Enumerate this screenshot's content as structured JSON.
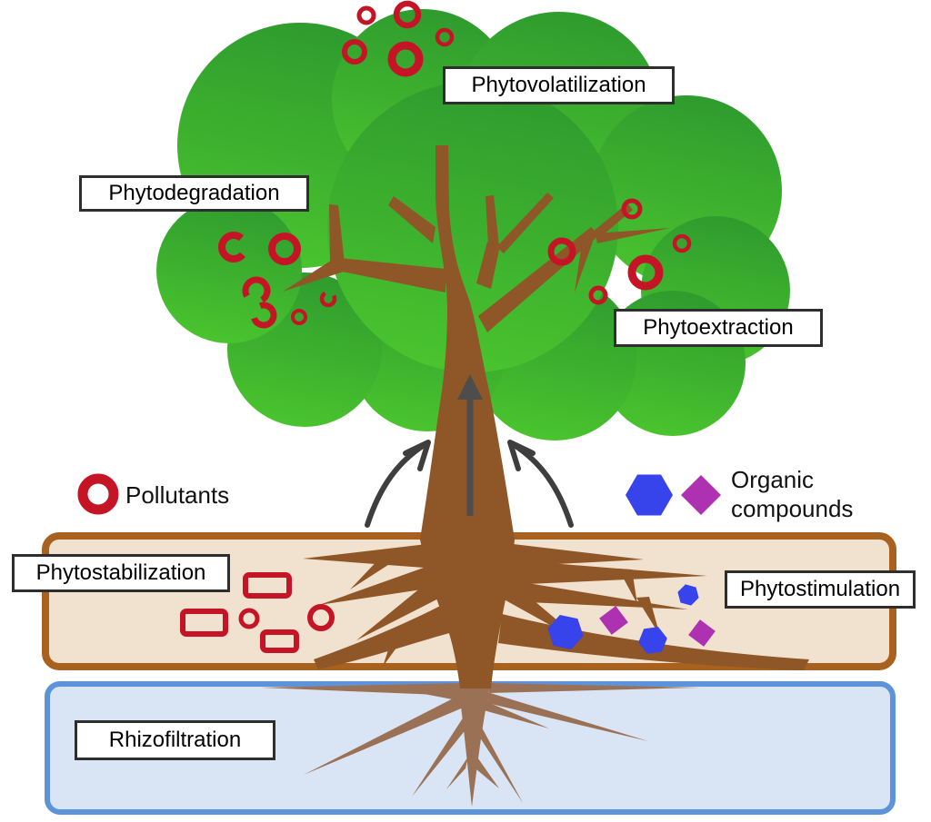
{
  "diagram": {
    "process_labels": {
      "phytovolatilization": "Phytovolatilization",
      "phytodegradation": "Phytodegradation",
      "phytoextraction": "Phytoextraction",
      "phytostabilization": "Phytostabilization",
      "phytostimulation": "Phytostimulation",
      "rhizofiltration": "Rhizofiltration"
    },
    "legend": {
      "pollutants": {
        "label": "Pollutants",
        "icon": "pollutant-ring-icon",
        "color": "#C41425"
      },
      "organic_compounds": {
        "label": "Organic compounds",
        "icons": [
          {
            "name": "hexagon-icon",
            "color": "#3744EB"
          },
          {
            "name": "diamond-icon",
            "color": "#AE31B2"
          }
        ]
      }
    },
    "colors": {
      "canopy_top": "#2E9B2E",
      "canopy_bottom": "#4AC42E",
      "trunk": "#8F5627",
      "water_roots": "#9A7154",
      "pollutant_red": "#C41425",
      "organic_blue": "#3744EB",
      "organic_purple": "#AE31B2",
      "soil_fill": "#F1E1CF",
      "soil_border": "#A9611F",
      "water_fill": "#D9E4F4",
      "water_border": "#5D94D9",
      "arrow": "#3E3E3E",
      "arrow_center": "#4D4D4D",
      "label_bg": "#FFFFFF",
      "label_border": "#2E2E2E",
      "label_text": "#000000"
    }
  }
}
